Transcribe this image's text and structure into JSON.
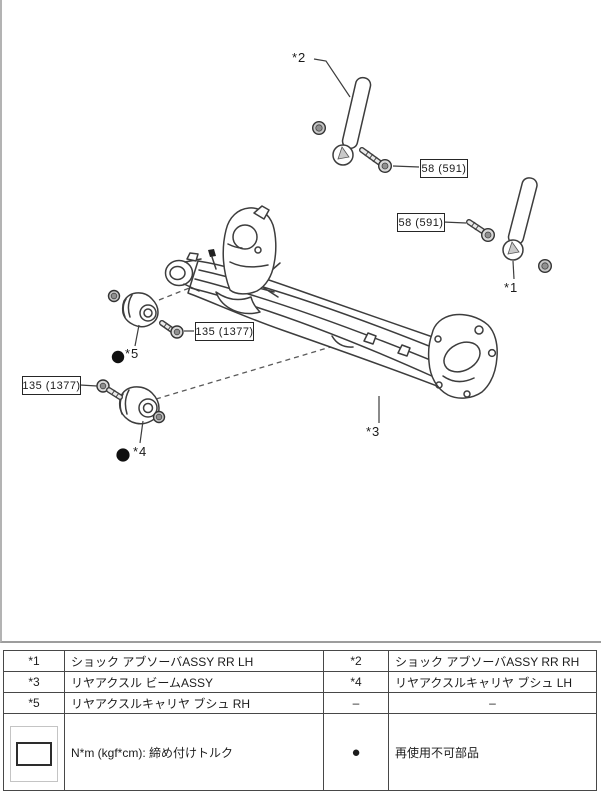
{
  "diagram": {
    "callouts": {
      "shock_rh": "*2",
      "shock_lh": "*1",
      "beam": "*3",
      "bush_lh": "*4",
      "bush_rh": "*5"
    },
    "torques": {
      "shock_upper": "58 (591)",
      "shock_lower": "58 (591)",
      "bush_rh": "135 (1377)",
      "bush_lh": "135 (1377)"
    }
  },
  "table": {
    "rows": [
      [
        "*1",
        "ショック アブソーバASSY RR LH",
        "*2",
        "ショック アブソーバASSY RR RH"
      ],
      [
        "*3",
        "リヤアクスル ビームASSY",
        "*4",
        "リヤアクスルキャリヤ ブシュ LH"
      ],
      [
        "*5",
        "リヤアクスルキャリヤ ブシュ RH",
        "–",
        "–"
      ]
    ],
    "legend": {
      "torque_label": "N*m (kgf*cm): 締め付けトルク",
      "dot": "●",
      "non_reusable": "再使用不可部品"
    }
  }
}
